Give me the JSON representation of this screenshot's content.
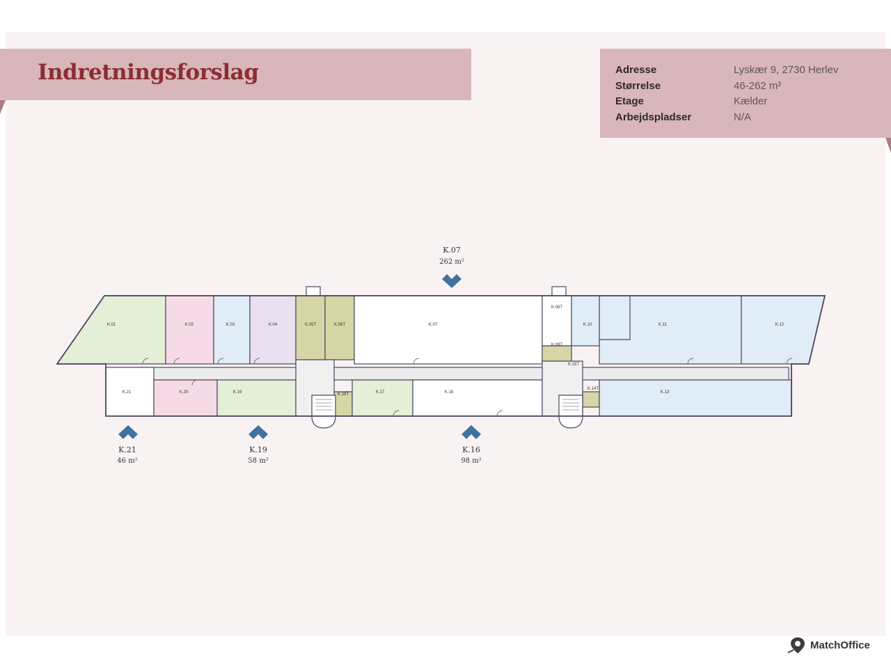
{
  "header": {
    "title": "Indretningsforslag"
  },
  "info": [
    {
      "label": "Adresse",
      "value": "Lyskær 9, 2730 Herlev"
    },
    {
      "label": "Størrelse",
      "value": "46-262 m²"
    },
    {
      "label": "Etage",
      "value": "Kælder"
    },
    {
      "label": "Arbejdspladser",
      "value": "N/A"
    }
  ],
  "markers": [
    {
      "unit": "K.07",
      "area": "262 m²"
    },
    {
      "unit": "K.21",
      "area": "46 m²"
    },
    {
      "unit": "K.19",
      "area": "58 m²"
    },
    {
      "unit": "K.16",
      "area": "98 m²"
    }
  ],
  "rooms": {
    "k01": "K.01",
    "k02": "K.02",
    "k03": "K.03",
    "k04": "K.04",
    "k05": "K.05T",
    "k06": "K.06T",
    "k07": "K.07",
    "k08": "K.08T",
    "k09": "K.09T",
    "k10": "K.10",
    "k11": "K.11",
    "k12": "K.12",
    "k21": "K.21",
    "k20": "K.20",
    "k19": "K.19",
    "k18": "K.18T",
    "k17": "K.17",
    "k16": "K.16",
    "k15": "K.15T",
    "k14": "K.14T",
    "k13": "K.13"
  },
  "colors": {
    "green": "#e3efd6",
    "pink": "#f6dbe6",
    "blue": "#e0ecf6",
    "purple": "#ebe0ef",
    "olive": "#d6d6a6",
    "gray": "#ececec",
    "marker": "#3e73a0",
    "wall": "#4a4560"
  },
  "logo": {
    "text": "MatchOffice"
  }
}
